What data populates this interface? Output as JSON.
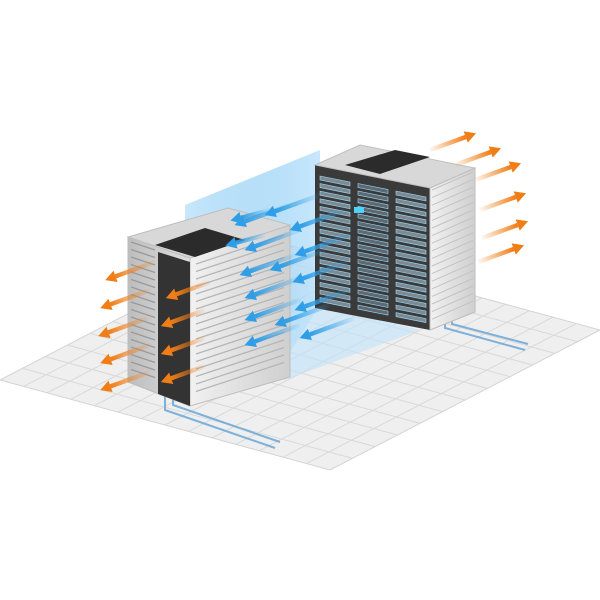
{
  "scene": {
    "type": "isometric-illustration",
    "subject": "data-center-hot-cold-aisle-cooling",
    "colors": {
      "background": "#ffffff",
      "floor_tile": "#efefef",
      "floor_grid": "#d9d9d9",
      "rack_side_light": "#e6e6e6",
      "rack_side_mid": "#c9c9c9",
      "rack_top": "#d8d8d8",
      "cooling_unit": "#2b2b2b",
      "cooling_top": "#444444",
      "cold_air": "#2f9ee6",
      "cold_air_light": "#bfe3fb",
      "hot_air": "#f07d16",
      "hot_air_light": "#f9c48f",
      "pipe": "#6aa7d6",
      "status_led": "#4fd2ff"
    },
    "icons": [
      "cold-air-arrow",
      "hot-air-arrow",
      "server-rack",
      "in-row-cooling-unit",
      "coolant-pipe"
    ]
  }
}
